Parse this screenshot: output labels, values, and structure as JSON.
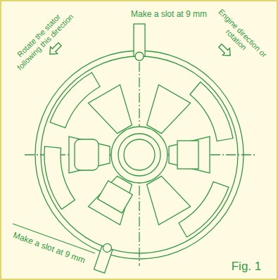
{
  "diagram": {
    "caption": "Fig. 1",
    "labels": [
      "Make a slot at 9 mm",
      "Rotate the stator following this direction",
      "Engine direction or rotation",
      "Make a slot at 9 mm"
    ]
  }
}
